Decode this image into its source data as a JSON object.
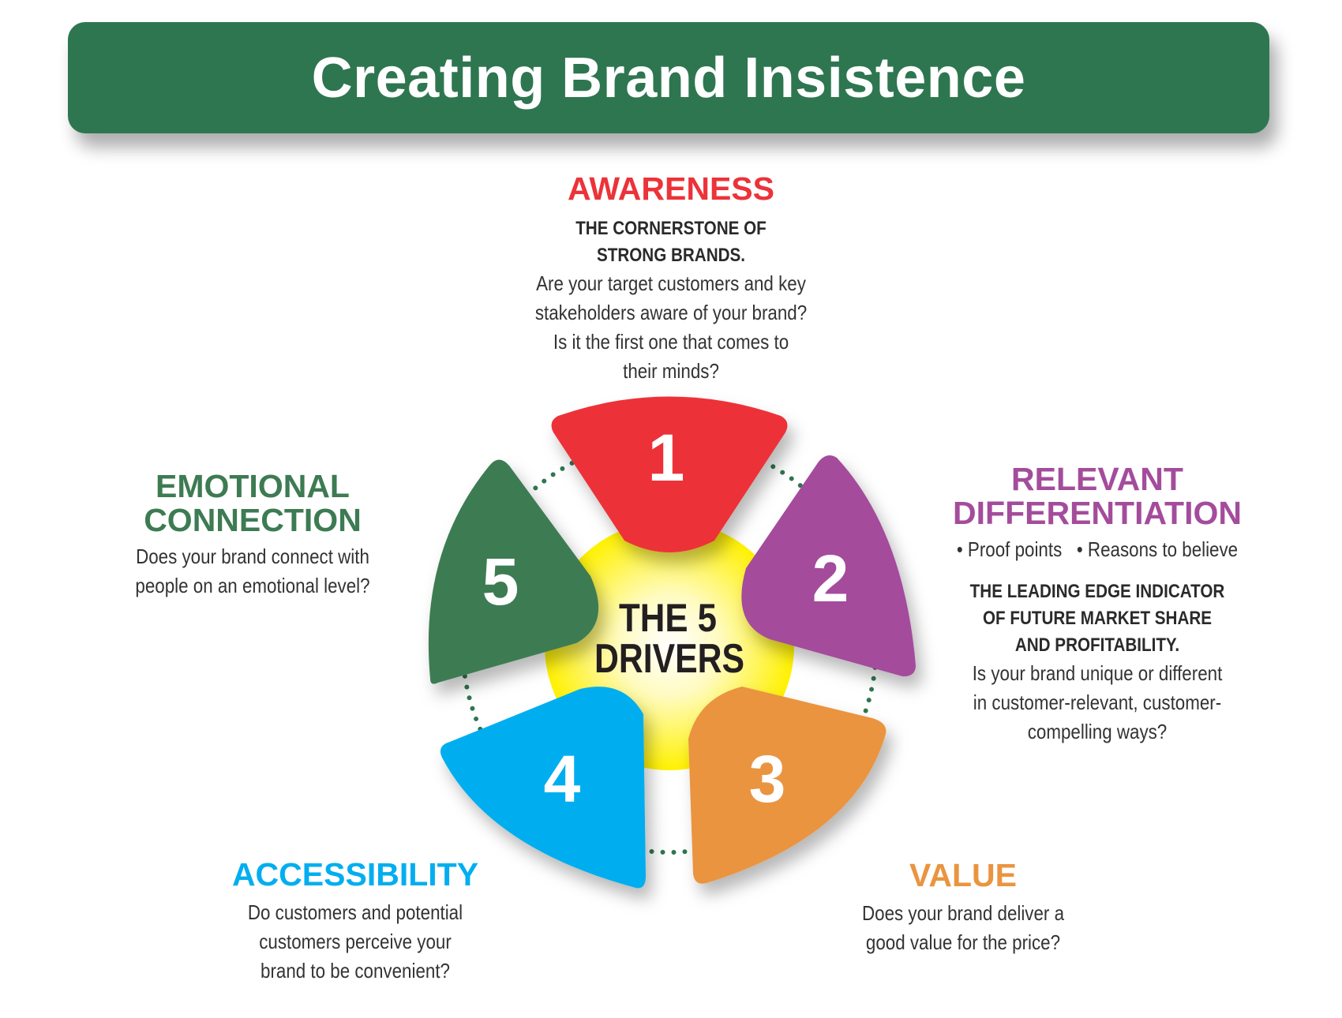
{
  "header": {
    "title": "Creating Brand Insistence"
  },
  "center": {
    "line1": "THE 5",
    "line2": "DRIVERS"
  },
  "colors": {
    "banner": "#2e7650",
    "awareness": "#ec3339",
    "relevant": "#a44c9c",
    "value": "#ea9440",
    "accessibility": "#02aeef",
    "emotional": "#3d7b53",
    "hub": "#fff100"
  },
  "drivers": {
    "awareness": {
      "number": "1",
      "title": "AWARENESS",
      "subtitle_lines": [
        "THE CORNERSTONE OF",
        "STRONG BRANDS."
      ],
      "body_lines": [
        "Are your target customers and key",
        "stakeholders aware of your brand?",
        "Is it the first one that comes to",
        "their minds?"
      ]
    },
    "relevant": {
      "number": "2",
      "title_lines": [
        "RELEVANT",
        "DIFFERENTIATION"
      ],
      "bullets": [
        "• Proof points",
        "• Reasons to believe"
      ],
      "subtitle_lines": [
        "THE LEADING EDGE INDICATOR",
        "OF FUTURE MARKET SHARE",
        "AND PROFITABILITY."
      ],
      "body_lines": [
        "Is your brand unique or different",
        "in customer-relevant, customer-",
        "compelling ways?"
      ]
    },
    "value": {
      "number": "3",
      "title": "VALUE",
      "body_lines": [
        "Does your brand deliver a",
        "good value for the price?"
      ]
    },
    "accessibility": {
      "number": "4",
      "title": "ACCESSIBILITY",
      "body_lines": [
        "Do customers and potential",
        "customers perceive your",
        "brand to be convenient?"
      ]
    },
    "emotional": {
      "number": "5",
      "title_lines": [
        "EMOTIONAL",
        "CONNECTION"
      ],
      "body_lines": [
        "Does your brand connect with",
        "people on an emotional level?"
      ]
    }
  }
}
